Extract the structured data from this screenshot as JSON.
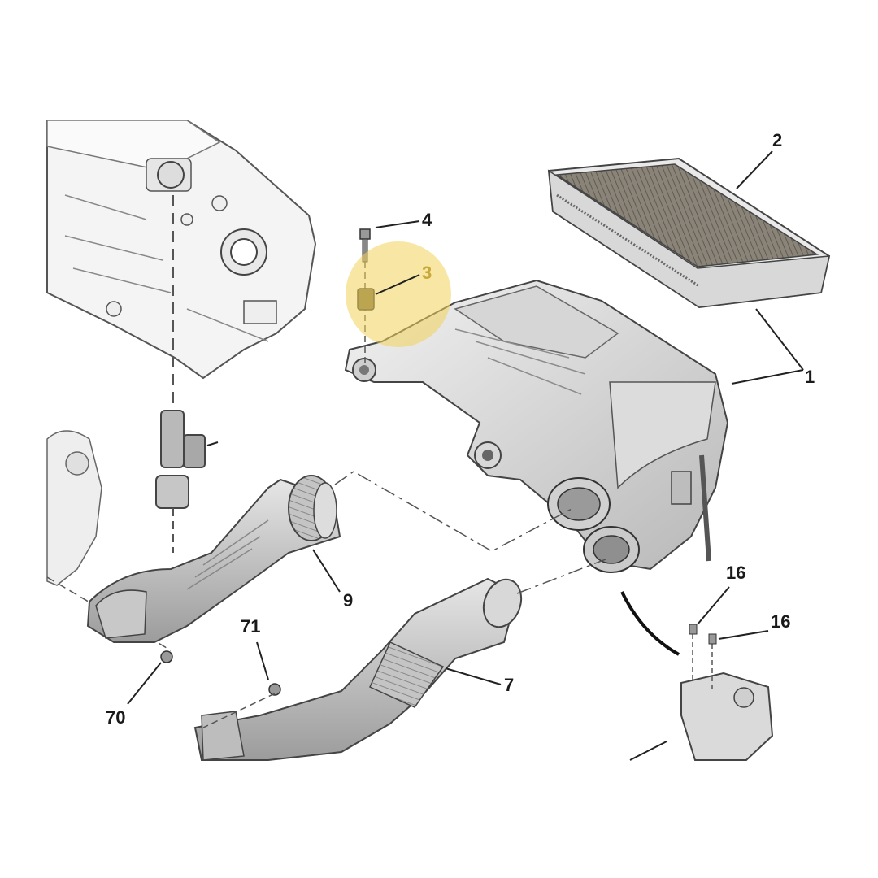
{
  "diagram": {
    "highlight_color": "#f2d35a",
    "callouts": [
      {
        "id": "c2",
        "text": "2"
      },
      {
        "id": "c4",
        "text": "4"
      },
      {
        "id": "c3",
        "text": "3"
      },
      {
        "id": "c1",
        "text": "1"
      },
      {
        "id": "c9",
        "text": "9"
      },
      {
        "id": "c16a",
        "text": "16"
      },
      {
        "id": "c16b",
        "text": "16"
      },
      {
        "id": "c71",
        "text": "71"
      },
      {
        "id": "c7",
        "text": "7"
      },
      {
        "id": "c70",
        "text": "70"
      }
    ],
    "highlighted_part": "3"
  }
}
